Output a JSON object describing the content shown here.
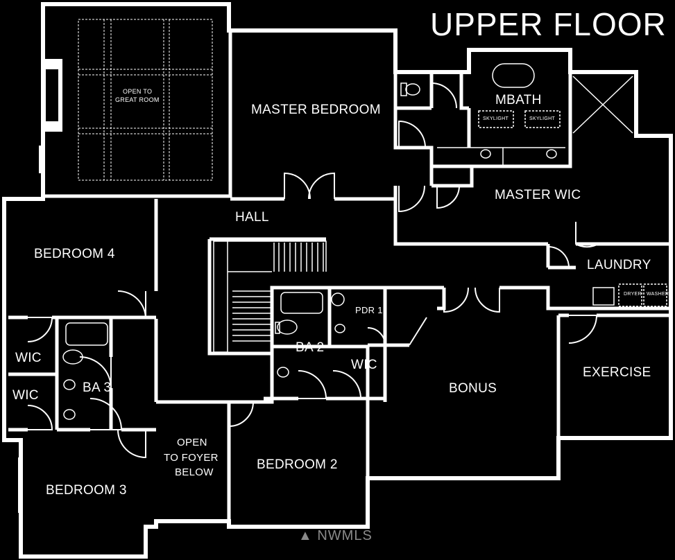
{
  "title": "UPPER FLOOR",
  "rooms": {
    "open_great_room_line1": "OPEN TO",
    "open_great_room_line2": "GREAT ROOM",
    "master_bedroom": "MASTER BEDROOM",
    "mbath": "MBATH",
    "skylight_1": "SKYLIGHT",
    "skylight_2": "SKYLIGHT",
    "master_wic": "MASTER WIC",
    "hall": "HALL",
    "bedroom_4": "BEDROOM 4",
    "laundry": "LAUNDRY",
    "dryer": "DRYER",
    "washer": "WASHER",
    "pdr_1": "PDR 1",
    "ba_2": "BA 2",
    "wic_center": "WIC",
    "bonus": "BONUS",
    "exercise": "EXERCISE",
    "wic_upper_left": "WIC",
    "wic_lower_left": "WIC",
    "ba_3": "BA 3",
    "open_foyer_line1": "OPEN",
    "open_foyer_line2": "TO FOYER",
    "open_foyer_line3": "BELOW",
    "bedroom_2": "BEDROOM 2",
    "bedroom_3": "BEDROOM 3"
  },
  "watermark": "NWMLS",
  "colors": {
    "background": "#000000",
    "walls": "#ffffff",
    "watermark": "#8a8a8a"
  }
}
